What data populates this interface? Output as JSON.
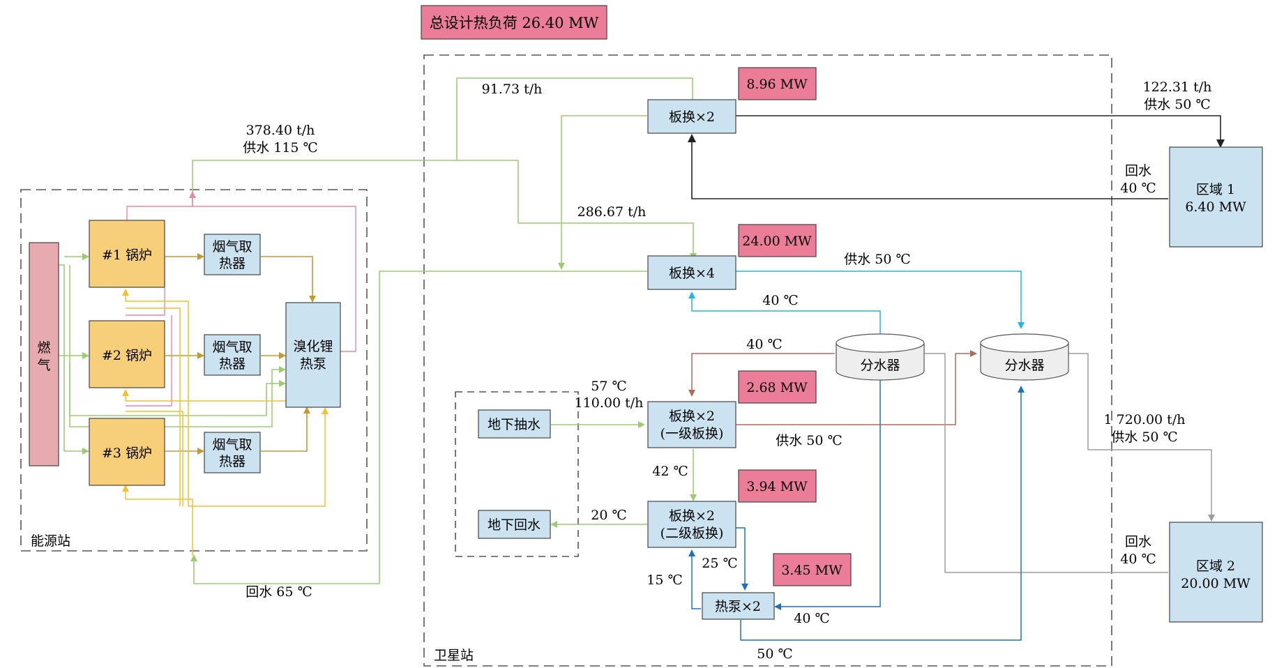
{
  "total_load": "总设计热负荷 26.40 MW",
  "stations": {
    "energy": "能源站",
    "satellite": "卫星站"
  },
  "nodes": {
    "gas": [
      "燃",
      "气"
    ],
    "boiler1": "#1 锅炉",
    "boiler2": "#2 锅炉",
    "boiler3": "#3 锅炉",
    "flue1": [
      "烟气取",
      "热器"
    ],
    "flue2": [
      "烟气取",
      "热器"
    ],
    "flue3": [
      "烟气取",
      "热器"
    ],
    "libr": [
      "溴化锂",
      "热泵"
    ],
    "hx2_top": "板换×2",
    "hx4": "板换×4",
    "hx_primary": [
      "板换×2",
      "(一级板换)"
    ],
    "hx_secondary": [
      "板换×2",
      "(二级板换)"
    ],
    "heatpump": "热泵×2",
    "well_out": "地下抽水",
    "well_in": "地下回水",
    "dist_left": "分水器",
    "dist_right": "分水器",
    "zone1": [
      "区域 1",
      "6.40 MW"
    ],
    "zone2": [
      "区域 2",
      "20.00 MW"
    ]
  },
  "badges": {
    "b1": "8.96 MW",
    "b2": "24.00 MW",
    "b3": "2.68 MW",
    "b4": "3.94 MW",
    "b5": "3.45 MW"
  },
  "labels": {
    "flow_91": "91.73 t/h",
    "main_flow_1": "378.40 t/h",
    "main_flow_2": "供水 115 ℃",
    "flow_286": "286.67 t/h",
    "z1_flow": "122.31 t/h",
    "z1_supply": "供水 50 ℃",
    "z1_return_1": "回水",
    "z1_return_2": "40 ℃",
    "supply50_hx4": "供水 50 ℃",
    "t40_hx4": "40 ℃",
    "t40_dist": "40 ℃",
    "t57": "57 ℃",
    "flow_110": "110.00 t/h",
    "supply50_mid": "供水 50 ℃",
    "t42": "42 ℃",
    "t20": "20 ℃",
    "t25": "25 ℃",
    "t15": "15 ℃",
    "t40_hp": "40 ℃",
    "t50_bottom": "50 ℃",
    "return65": "回水 65 ℃",
    "z2_flow_1": "1 720.00 t/h",
    "z2_flow_2": "供水 50 ℃",
    "z2_return_1": "回水",
    "z2_return_2": "40 ℃"
  },
  "colors": {
    "green": "#9ccb74",
    "pink": "#e589a6",
    "gold": "#c39a30",
    "yellow": "#f2c12e",
    "cyan": "#24b4e6",
    "blue": "#1a74b8",
    "brown": "#b06b5a",
    "gray": "#9e9e9e",
    "black": "#222222",
    "boiler_fill": "#f7cf78",
    "node_fill": "#cbe3f1",
    "badge_fill": "#ec7d98",
    "gas_fill": "#e7aaae"
  }
}
